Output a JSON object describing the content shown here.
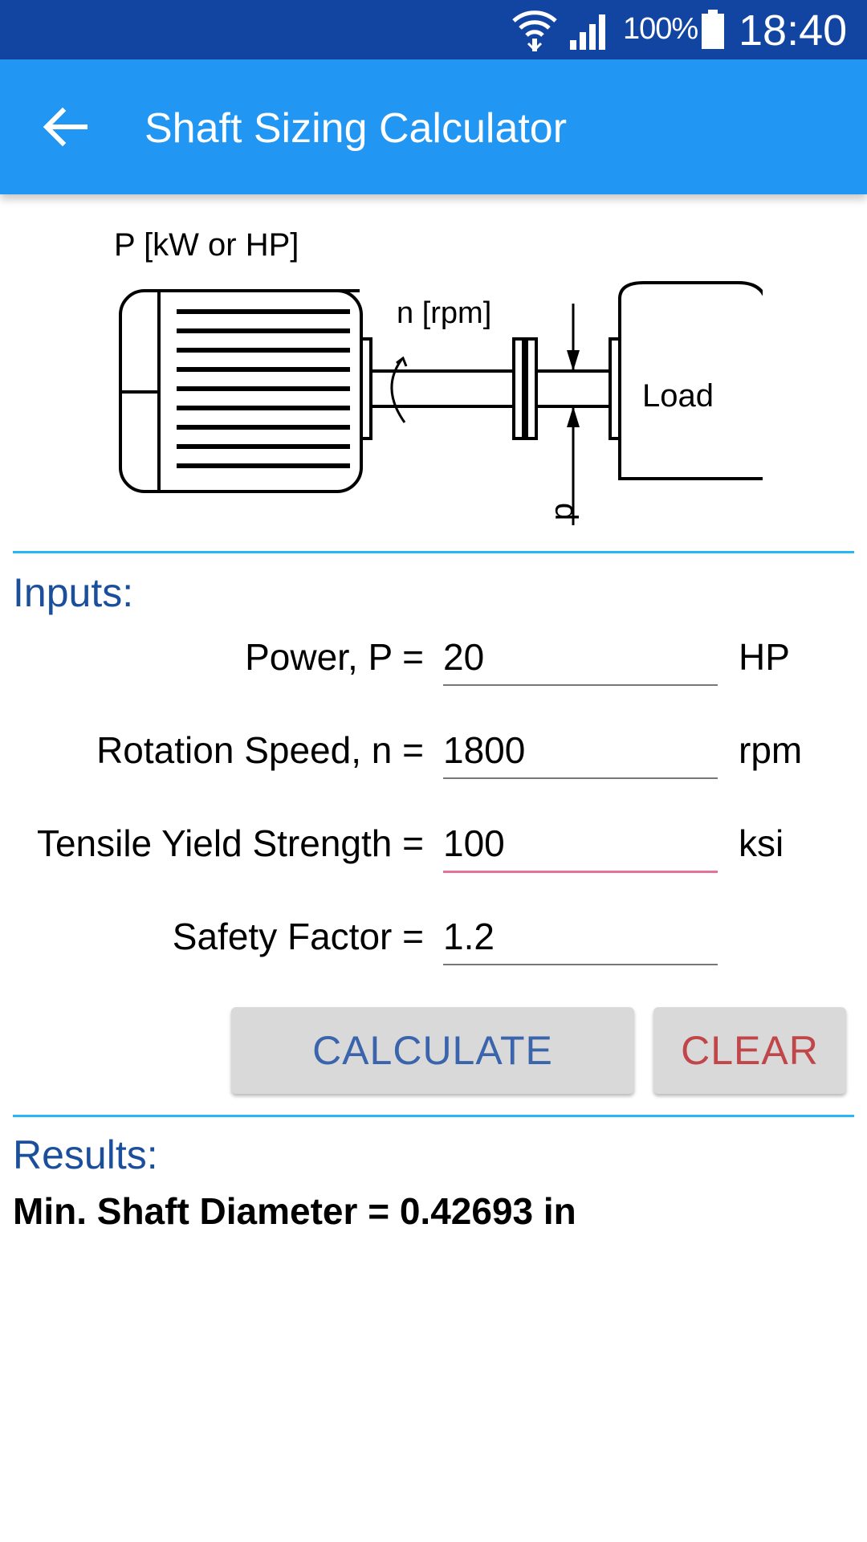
{
  "status_bar": {
    "battery_percent": "100%",
    "time": "18:40",
    "icons": [
      "wifi-icon",
      "signal-icon",
      "battery-icon"
    ]
  },
  "app_bar": {
    "title": "Shaft Sizing Calculator",
    "back_icon": "arrow-back-icon"
  },
  "diagram": {
    "power_label": "P [kW or HP]",
    "speed_label": "n [rpm]",
    "load_label": "Load",
    "diameter_label": "d"
  },
  "inputs": {
    "title": "Inputs:",
    "rows": [
      {
        "label": "Power, P =",
        "value": "20",
        "unit": "HP"
      },
      {
        "label": "Rotation Speed, n =",
        "value": "1800",
        "unit": "rpm"
      },
      {
        "label": "Tensile Yield Strength =",
        "value": "100",
        "unit": "ksi"
      },
      {
        "label": "Safety Factor =",
        "value": "1.2",
        "unit": ""
      }
    ]
  },
  "buttons": {
    "calculate": "CALCULATE",
    "clear": "CLEAR"
  },
  "results": {
    "title": "Results:",
    "text": "Min. Shaft Diameter = 0.42693 in"
  },
  "colors": {
    "status_bar": "#1245a1",
    "app_bar": "#2196f3",
    "section_title": "#1b4f9c",
    "divider": "#29b6f6",
    "calculate_text": "#3a64ac",
    "clear_text": "#c0464a",
    "focused_underline": "#e57399"
  }
}
